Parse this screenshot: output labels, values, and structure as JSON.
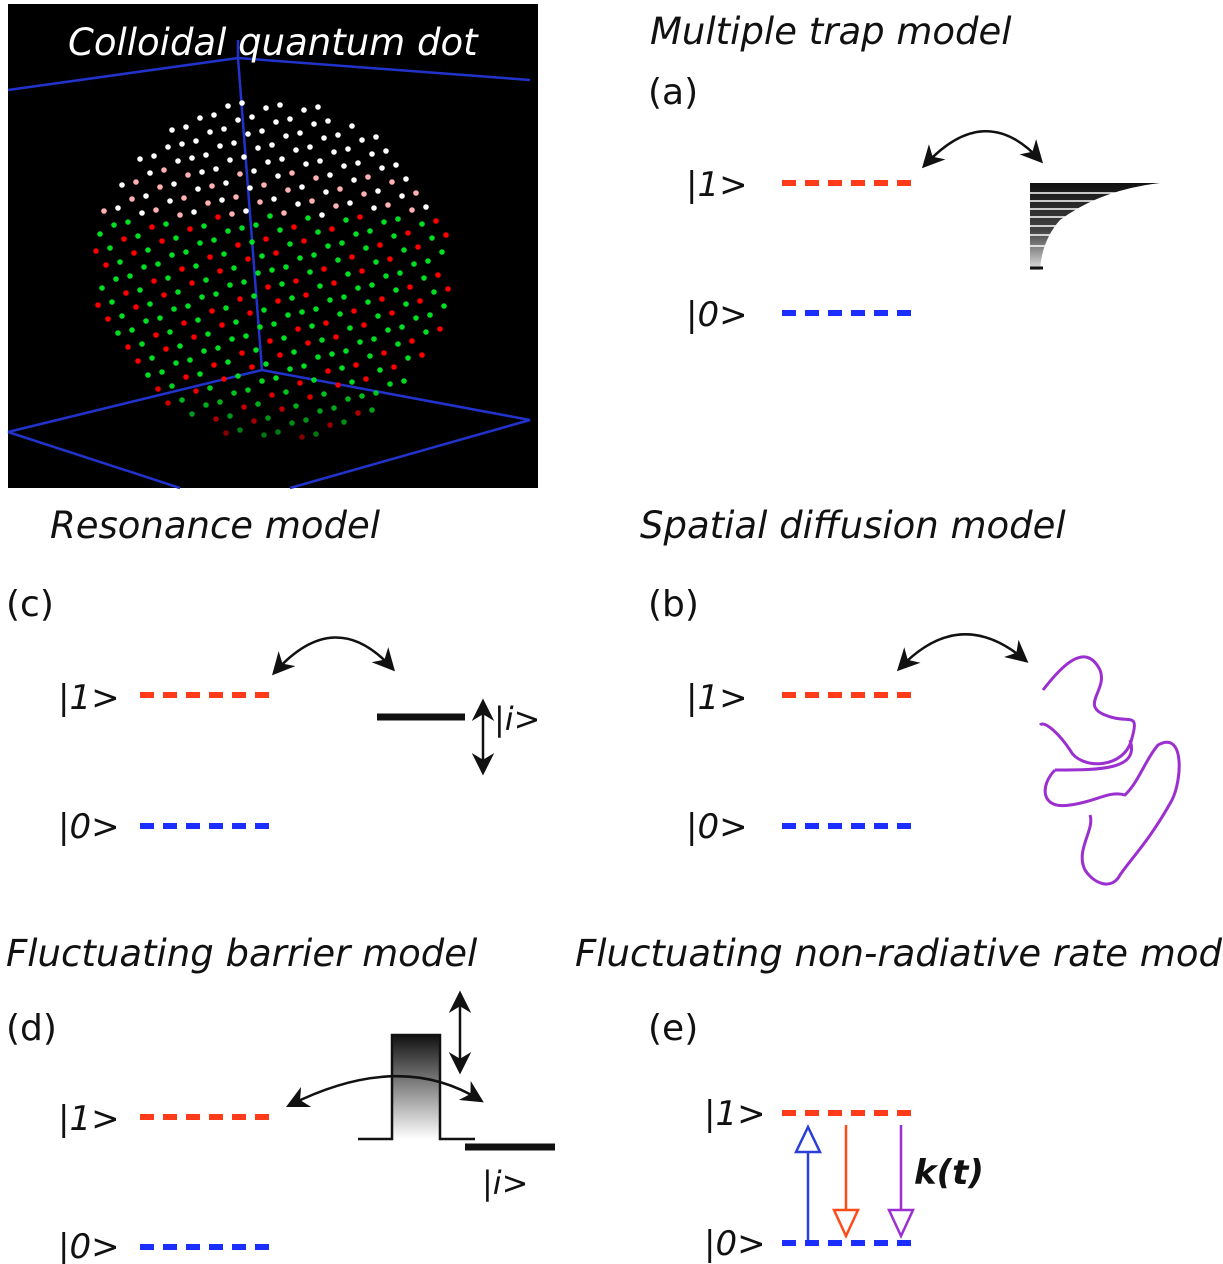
{
  "quantum_dot_image": {
    "title": "Colloidal quantum dot",
    "background_color": "#000000",
    "cube_edge_color": "#2233cc",
    "atom_colors": [
      "#ff0000",
      "#00dd22",
      "#ffb0b0",
      "#ffffff"
    ]
  },
  "panel_a": {
    "title": "Multiple trap model",
    "label": "(a)",
    "level_1": "|1>",
    "level_0": "|0>"
  },
  "panel_b": {
    "title": "Spatial diffusion model",
    "label": "(b)",
    "level_1": "|1>",
    "level_0": "|0>",
    "path_color": "#9b2fd0"
  },
  "panel_c": {
    "title": "Resonance model",
    "label": "(c)",
    "level_1": "|1>",
    "level_0": "|0>",
    "intermediate": "|i>"
  },
  "panel_d": {
    "title": "Fluctuating barrier model",
    "label": "(d)",
    "level_1": "|1>",
    "level_0": "|0>",
    "intermediate": "|i>"
  },
  "panel_e": {
    "title": "Fluctuating non-radiative rate model",
    "label": "(e)",
    "level_1": "|1>",
    "level_0": "|0>",
    "rate": "k(t)",
    "arrow_colors": [
      "#2a3fd8",
      "#ff4a1a",
      "#9b2fd0"
    ]
  },
  "colors": {
    "excited_level": "#ff3b1a",
    "ground_level": "#1a2fff",
    "arrow": "#111111"
  }
}
